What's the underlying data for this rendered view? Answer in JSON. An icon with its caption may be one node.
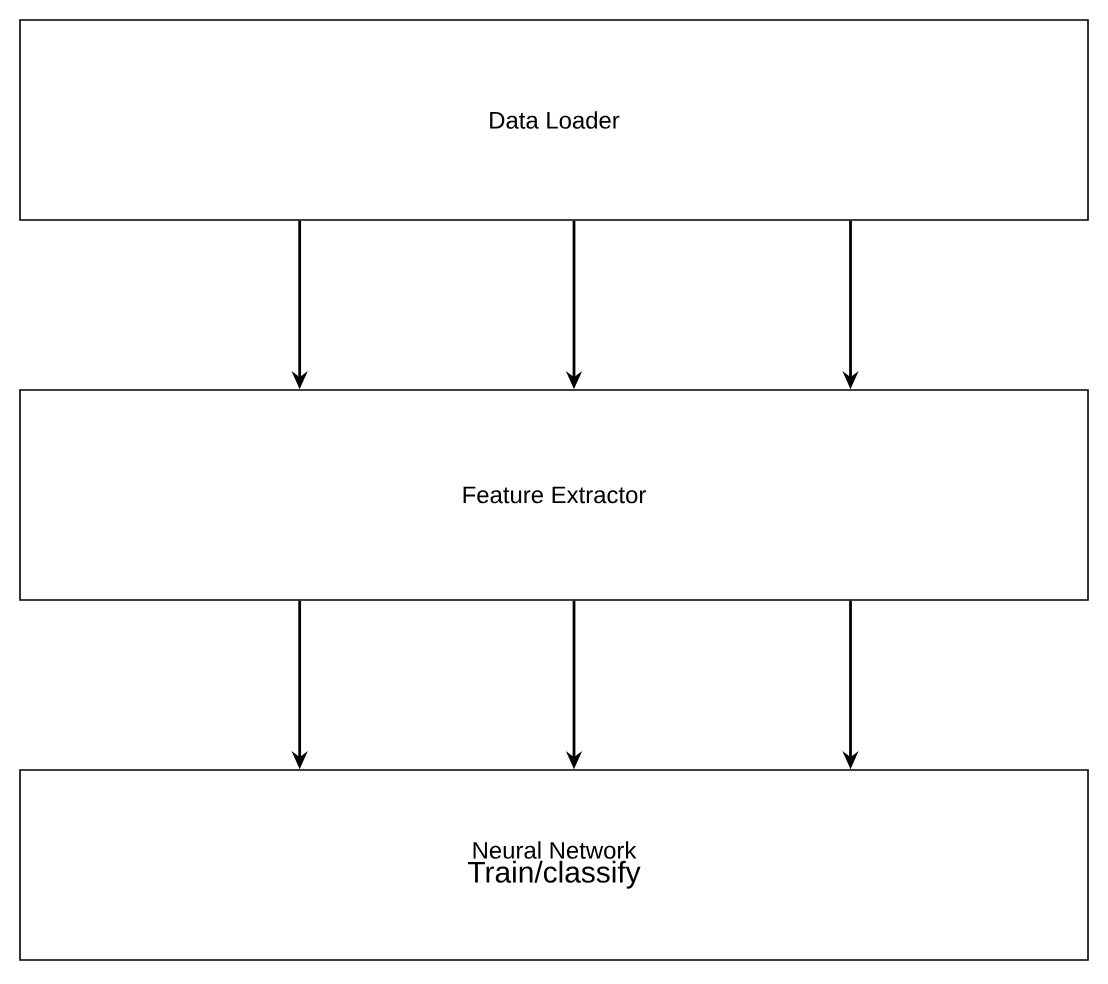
{
  "diagram": {
    "nodes": [
      {
        "text": [
          "Data Loader"
        ]
      },
      {
        "text": [
          "Feature Extractor"
        ]
      },
      {
        "text": [
          "Neural Network",
          "Train/classify"
        ]
      }
    ],
    "edges": [
      {
        "from": 0,
        "to": 1,
        "arrow": "to"
      },
      {
        "from": 0,
        "to": 1,
        "arrow": "to"
      },
      {
        "from": 0,
        "to": 1,
        "arrow": "to"
      },
      {
        "from": 1,
        "to": 2,
        "arrow": "to"
      },
      {
        "from": 1,
        "to": 2,
        "arrow": "to"
      },
      {
        "from": 1,
        "to": 2,
        "arrow": "to"
      }
    ]
  }
}
